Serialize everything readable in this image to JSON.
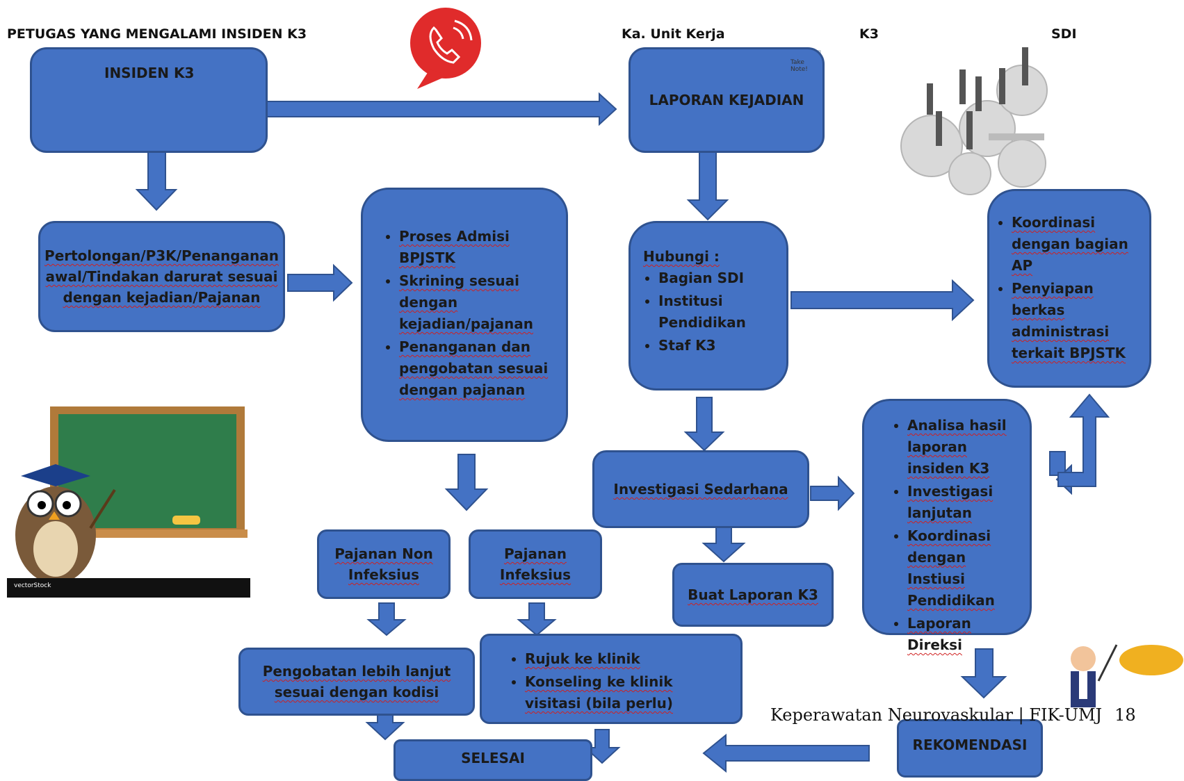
{
  "headers": {
    "petugas": "PETUGAS YANG MENGALAMI INSIDEN K3",
    "ka_unit": "Ka. Unit Kerja",
    "k3": "K3",
    "sdi": "SDI"
  },
  "boxes": {
    "insiden": "INSIDEN K3",
    "laporan": "LAPORAN KEJADIAN",
    "pertolongan": "Pertolongan/P3K/Penanganan awal/Tindakan darurat sesuai dengan kejadian/Pajanan",
    "proses": [
      "Proses Admisi BPJSTK",
      "Skrining sesuai dengan kejadian/pajanan",
      "Penanganan dan pengobatan sesuai dengan pajanan"
    ],
    "hubungi_title": "Hubungi :",
    "hubungi": [
      "Bagian SDI",
      "Institusi Pendidikan",
      "Staf K3"
    ],
    "koordinasi": [
      "Koordinasi dengan bagian AP",
      "Penyiapan berkas administrasi terkait BPJSTK"
    ],
    "investigasi": "Investigasi Sedarhana",
    "analisa": [
      "Analisa hasil laporan insiden K3",
      "Investigasi lanjutan",
      "Koordinasi dengan Instiusi Pendidikan",
      "Laporan Direksi"
    ],
    "buat_laporan": "Buat Laporan K3",
    "pajanan_non": "Pajanan Non Infeksius",
    "pajanan_inf": "Pajanan Infeksius",
    "pengobatan": "Pengobatan lebih lanjut sesuai dengan kodisi",
    "rujuk": [
      "Rujuk ke klinik",
      "Konseling ke klinik visitasi (bila perlu)"
    ],
    "selesai": "SELESAI",
    "rekomendasi": "REKOMENDASI"
  },
  "images": {
    "note_text": "Take Note!",
    "brand": "vectorStock"
  },
  "footer": {
    "text": "Keperawatan Neurovaskular | FIK-UMJ",
    "page": "18"
  },
  "colors": {
    "box_fill": "#4472C4",
    "box_border": "#2F528F",
    "speech_bubble": "#E02B2B"
  }
}
